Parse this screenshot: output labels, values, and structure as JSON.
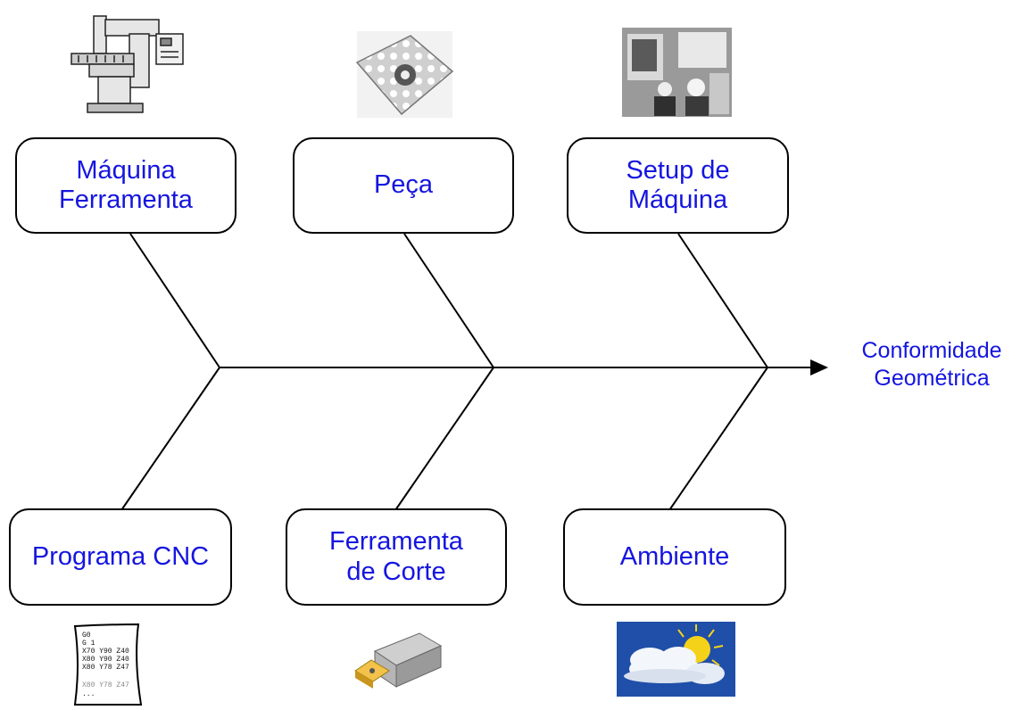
{
  "effect": "Conformidade\nGeométrica",
  "causes": {
    "maquina_ferramenta": {
      "label": "Máquina\nFerramenta",
      "icon": "milling-machine-icon"
    },
    "peca": {
      "label": "Peça",
      "icon": "workpiece-icon"
    },
    "setup_maquina": {
      "label": "Setup de\nMáquina",
      "icon": "machine-setup-photo-icon"
    },
    "programa_cnc": {
      "label": "Programa CNC",
      "icon": "cnc-program-listing-icon",
      "code_lines": [
        "G0",
        "G 1",
        "X70 Y90 Z40",
        "X80 Y90 Z40",
        "X80 Y78 Z47",
        "X80 Y78 Z47",
        "..."
      ]
    },
    "ferramenta_corte": {
      "label": "Ferramenta\nde Corte",
      "icon": "cutting-tool-insert-icon"
    },
    "ambiente": {
      "label": "Ambiente",
      "icon": "sun-cloud-weather-icon"
    }
  },
  "colors": {
    "text": "#1515e0",
    "lines": "#000000",
    "weather_sky": "#1f4fa8",
    "sun": "#f5d21a"
  }
}
